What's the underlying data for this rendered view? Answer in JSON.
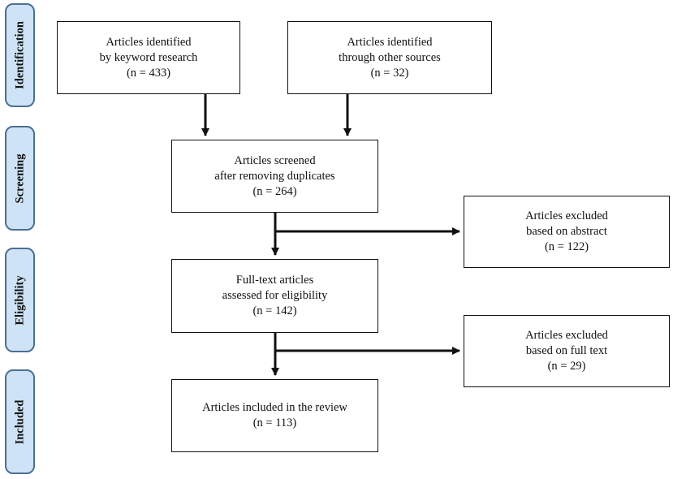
{
  "stages": {
    "identification": "Identification",
    "screening": "Screening",
    "eligibility": "Eligibility",
    "included": "Included"
  },
  "boxes": {
    "keyword": {
      "line1": "Articles identified",
      "line2": "by keyword research",
      "count": "(n = 433)"
    },
    "other_sources": {
      "line1": "Articles identified",
      "line2": "through other sources",
      "count": "(n = 32)"
    },
    "screened": {
      "line1": "Articles screened",
      "line2": "after removing duplicates",
      "count": "(n = 264)"
    },
    "excluded_abstract": {
      "line1": "Articles excluded",
      "line2": "based on abstract",
      "count": "(n = 122)"
    },
    "fulltext": {
      "line1": "Full-text articles",
      "line2": "assessed for eligibility",
      "count": "(n = 142)"
    },
    "excluded_fulltext": {
      "line1": "Articles excluded",
      "line2": "based on full text",
      "count": "(n = 29)"
    },
    "included": {
      "line1": "Articles included in the review",
      "count": "(n = 113)"
    }
  },
  "colors": {
    "stage_fill": "#cfe3f6",
    "stage_border": "#4c6f94",
    "line": "#111111"
  }
}
